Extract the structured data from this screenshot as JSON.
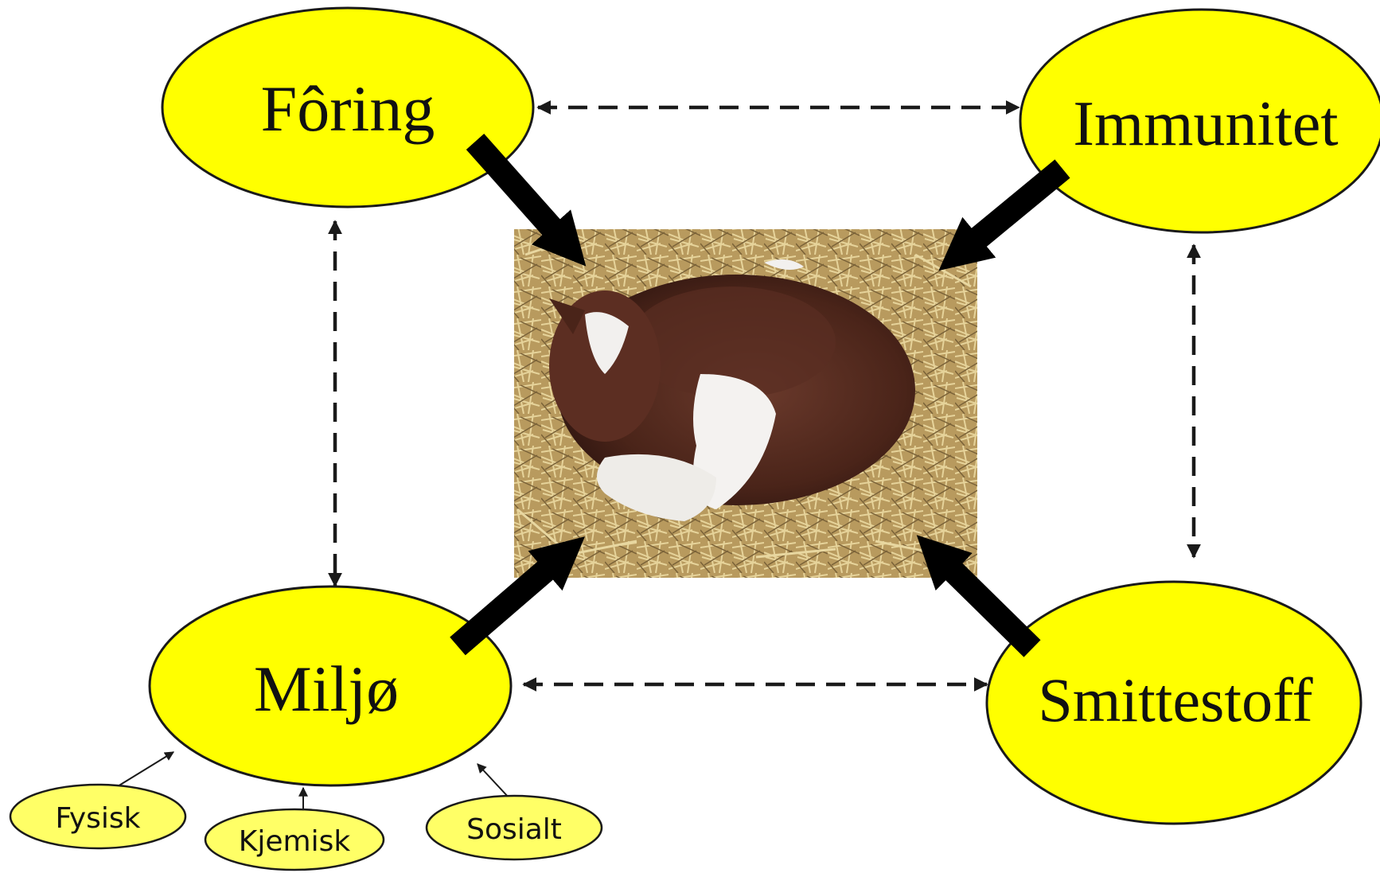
{
  "diagram": {
    "nodes": {
      "foring": "Fôring",
      "immunitet": "Immunitet",
      "miljo": "Miljø",
      "smittestoff": "Smittestoff",
      "fysisk": "Fysisk",
      "kjemisk": "Kjemisk",
      "sosialt": "Sosialt"
    },
    "center_image": "calf-lying-in-straw",
    "colors": {
      "node_fill": "#ffff00",
      "sub_node_fill": "#ffff66",
      "arrow": "#000000"
    }
  }
}
